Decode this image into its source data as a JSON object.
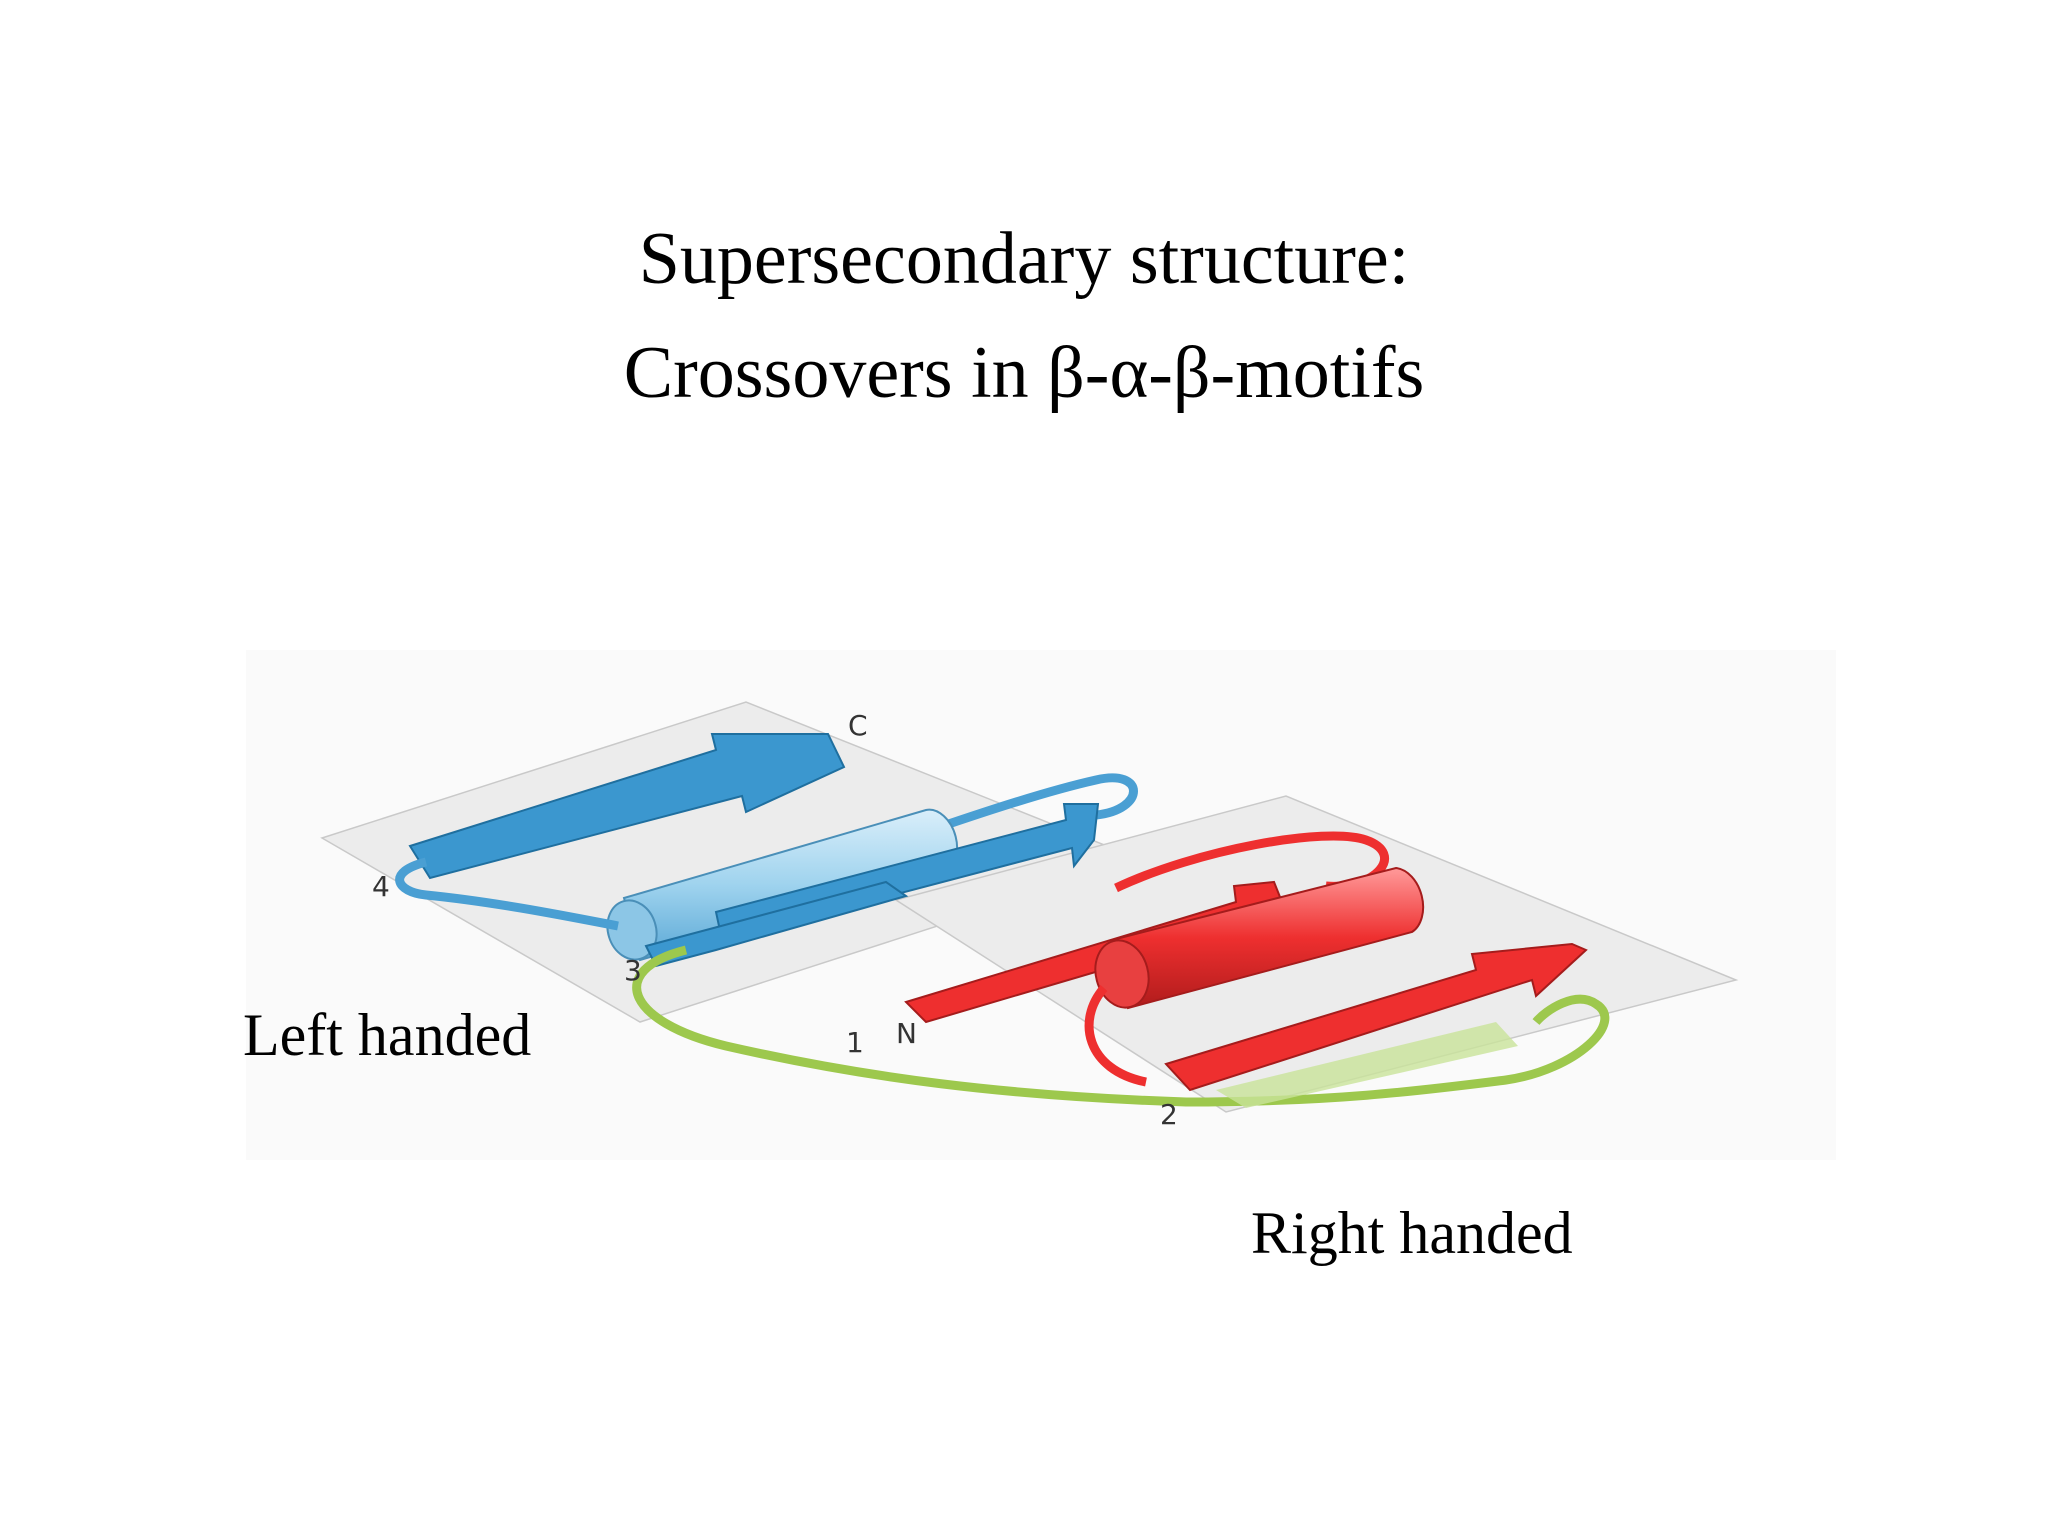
{
  "slide": {
    "title_line1": "Supersecondary structure:",
    "title_line2": "Crossovers in β-α-β-motifs",
    "caption_left": "Left handed",
    "caption_right": "Right handed"
  },
  "figure": {
    "labels": {
      "c_terminus": "C",
      "n_terminus": "N",
      "loop1": "1",
      "loop2": "2",
      "loop3": "3",
      "loop4": "4"
    },
    "colors": {
      "left_motif": "#3b97cf",
      "helix_left": "#9fd3ee",
      "right_motif": "#ee2f2f",
      "connecting_loop": "#9dc84d",
      "sheet_plane": "#ececec"
    }
  }
}
